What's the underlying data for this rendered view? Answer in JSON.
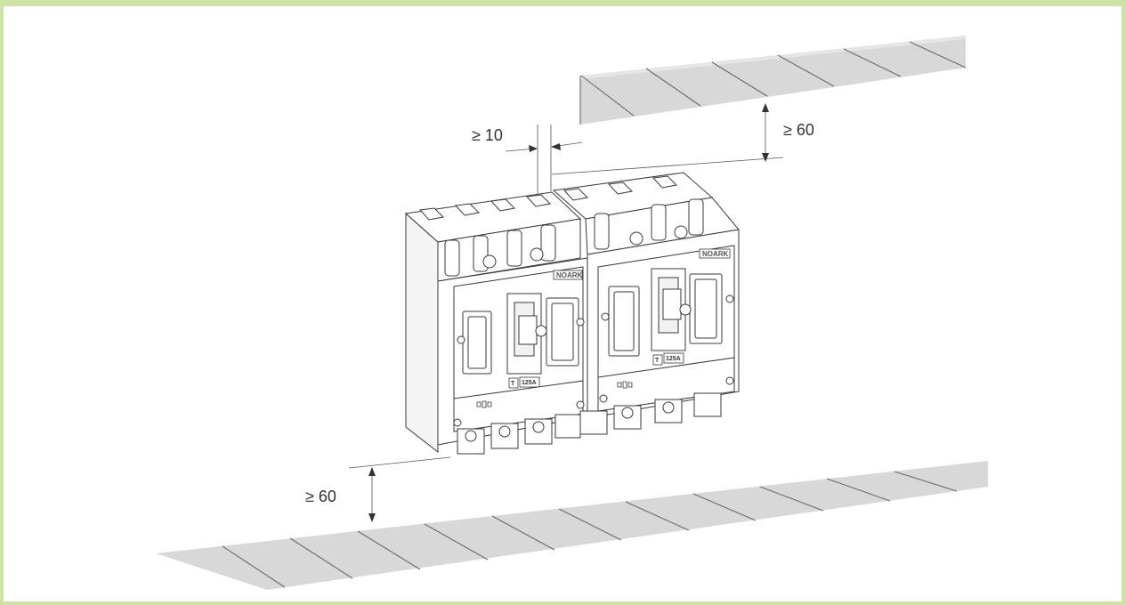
{
  "dimensions": {
    "pole_gap_label": "≥ 10",
    "top_clearance_label": "≥ 60",
    "bottom_clearance_label": "≥ 60"
  },
  "breakers": [
    {
      "brand": "NOARK",
      "trip_symbol": "T",
      "rating": "125A"
    },
    {
      "brand": "NOARK",
      "trip_symbol": "T",
      "rating": "125A"
    }
  ],
  "colors": {
    "frame": "#cfe3a9",
    "surface": "#d8d8d8",
    "line": "#3a3a3a"
  }
}
